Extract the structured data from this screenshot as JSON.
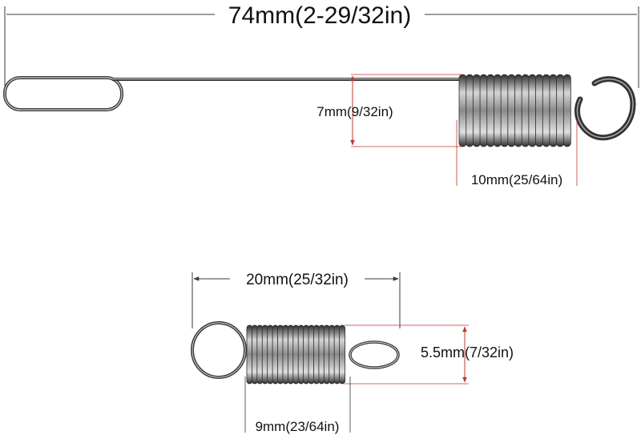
{
  "dimensions": {
    "rod_length": "74mm(2-29/32in)",
    "rod_coil_diameter": "7mm(9/32in)",
    "rod_coil_length": "10mm(25/64in)",
    "spring_length": "20mm(25/32in)",
    "spring_diameter": "5.5mm(7/32in)",
    "spring_coil_length": "9mm(23/64in)"
  },
  "colors": {
    "dimension_line": "#3a3a3a",
    "guide_line": "#c0392b",
    "wire": "#3d3d3d",
    "wire_highlight": "#c8c8c8"
  }
}
